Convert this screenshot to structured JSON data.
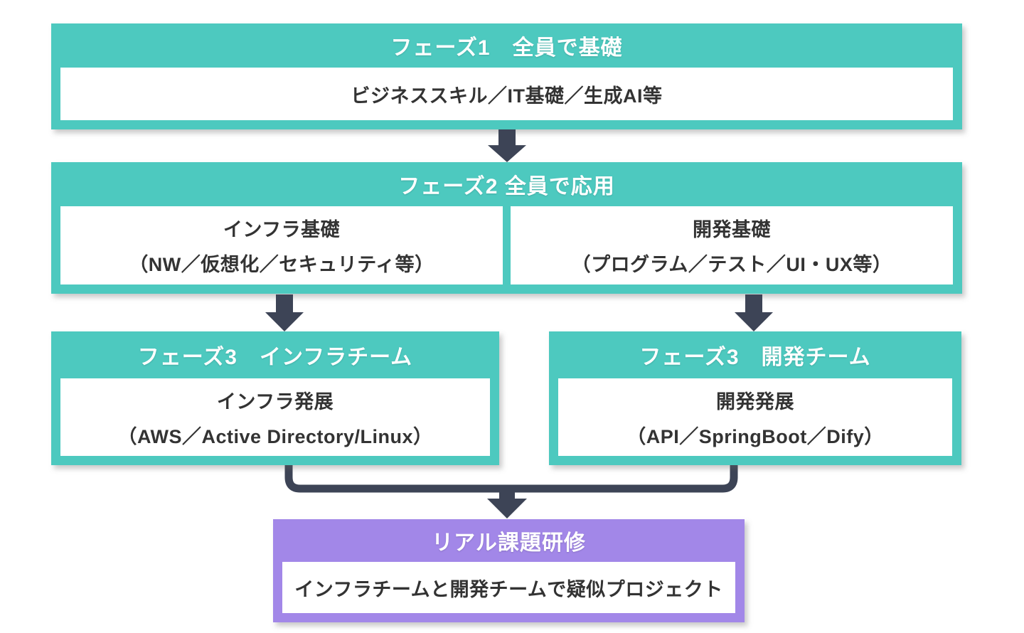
{
  "colors": {
    "phase_box": "#4dc9bf",
    "final_box": "#a287e8",
    "connector": "#3d4456",
    "header_text": "#ffffff",
    "body_text": "#333333"
  },
  "diagram": {
    "phase1": {
      "header": "フェーズ1　全員で基礎",
      "body": "ビジネススキル／IT基礎／生成AI等"
    },
    "phase2": {
      "header": "フェーズ2 全員で応用",
      "infra": {
        "title": "インフラ基礎",
        "detail": "（NW／仮想化／セキュリティ等）"
      },
      "dev": {
        "title": "開発基礎",
        "detail": "（プログラム／テスト／UI・UX等）"
      }
    },
    "phase3_infra": {
      "header": "フェーズ3　インフラチーム",
      "title": "インフラ発展",
      "detail": "（AWS／Active Directory/Linux）"
    },
    "phase3_dev": {
      "header": "フェーズ3　開発チーム",
      "title": "開発発展",
      "detail": "（API／SpringBoot／Dify）"
    },
    "final": {
      "header": "リアル課題研修",
      "body": "インフラチームと開発チームで疑似プロジェクト"
    }
  }
}
